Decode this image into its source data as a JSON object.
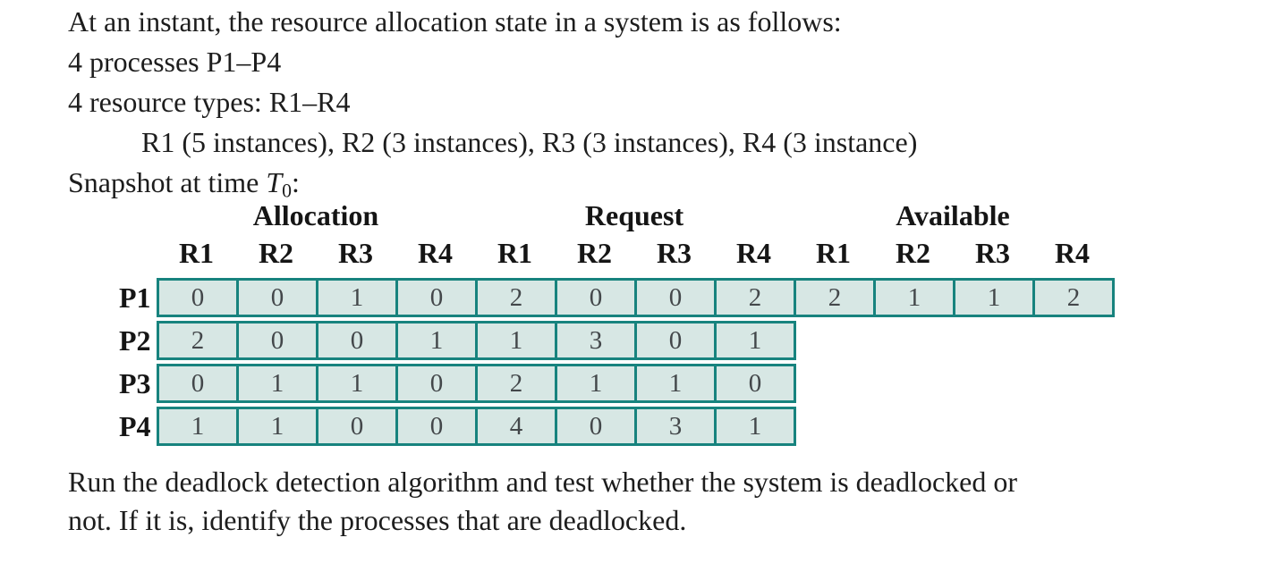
{
  "intro": {
    "line1": "At an instant, the resource allocation state in a system is as follows:",
    "line2": "4 processes P1–P4",
    "line3": "4 resource types: R1–R4",
    "line4": "R1 (5 instances), R2 (3 instances), R3 (3 instances), R4 (3 instance)",
    "snapshot_prefix": "Snapshot at time ",
    "snapshot_symbol": "T",
    "snapshot_subscript": "0",
    "snapshot_suffix": ":"
  },
  "table": {
    "group_headers": {
      "allocation": "Allocation",
      "request": "Request",
      "available": "Available"
    },
    "resource_headers": [
      "R1",
      "R2",
      "R3",
      "R4",
      "R1",
      "R2",
      "R3",
      "R4",
      "R1",
      "R2",
      "R3",
      "R4"
    ],
    "rows": [
      {
        "label": "P1",
        "allocation": [
          0,
          0,
          1,
          0
        ],
        "request": [
          2,
          0,
          0,
          2
        ],
        "available": [
          2,
          1,
          1,
          2
        ]
      },
      {
        "label": "P2",
        "allocation": [
          2,
          0,
          0,
          1
        ],
        "request": [
          1,
          3,
          0,
          1
        ]
      },
      {
        "label": "P3",
        "allocation": [
          0,
          1,
          1,
          0
        ],
        "request": [
          2,
          1,
          1,
          0
        ]
      },
      {
        "label": "P4",
        "allocation": [
          1,
          1,
          0,
          0
        ],
        "request": [
          4,
          0,
          3,
          1
        ]
      }
    ]
  },
  "outro": {
    "line1": "Run the deadlock detection algorithm and test whether the system is deadlocked or",
    "line2": "not. If it is, identify the processes that are deadlocked."
  },
  "colors": {
    "table_border": "#17837E",
    "cell_fill": "#D7E7E4"
  }
}
